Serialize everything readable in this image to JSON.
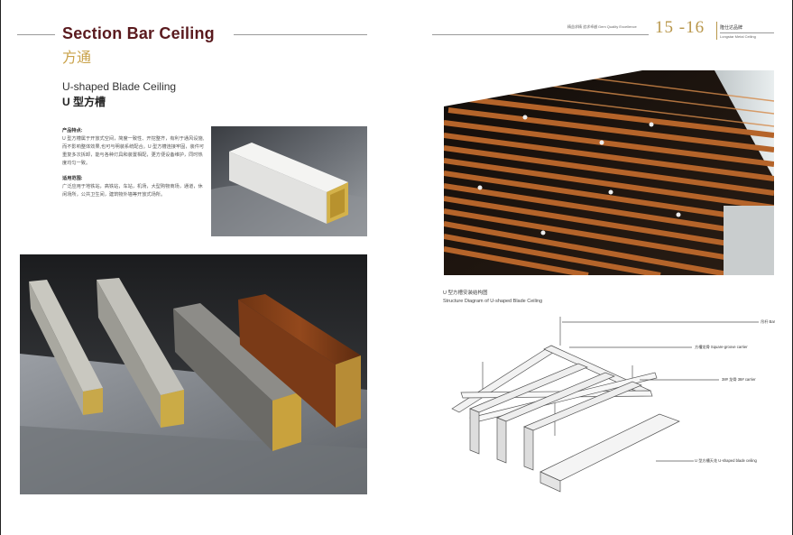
{
  "left_page": {
    "title_en": "Section Bar Ceiling",
    "title_cn": "方通",
    "subtitle_en": "U-shaped Blade Ceiling",
    "subtitle_cn": "U 型方槽",
    "features_heading": "产品特点:",
    "features_text": "U 型方槽属于开放式空间，简度一致性、开挖整齐，有利于通风设施,而不影响整体效果,也可与明装系统配合。U 型方槽连接牢固，装件可重复多次拆卸，能与各种灯具和装置相配，更方便设备维护，同时热度均匀一致。",
    "usage_heading": "适用范围:",
    "usage_text": "广泛应用于地铁站，高铁站，车站，机场，大型购物商场，通道，休闲场所，公共卫生间，建筑物外墙等开放式场所。"
  },
  "right_page": {
    "slogan_cn": "精益求精 追求卓越",
    "slogan_en": "Gem Quality Excellence",
    "page_numbers": "15 -16",
    "brand_cn": "隆仕达品牌",
    "brand_en": "Longstar Metal Ceiling",
    "diagram_title_cn": "U 型方槽安装结构图",
    "diagram_title_en": "Structure Diagram of U-shaped Blade Ceiling",
    "callouts": [
      "吊杆 Bar",
      "方槽龙骨 Square-groove carrier",
      "38# 龙骨 38# carrier",
      "U 型方槽天花 U-shaped blade ceiling"
    ]
  },
  "colors": {
    "title": "#5a1a1e",
    "accent_gold": "#c9a24a",
    "page_number": "#b8964a"
  }
}
